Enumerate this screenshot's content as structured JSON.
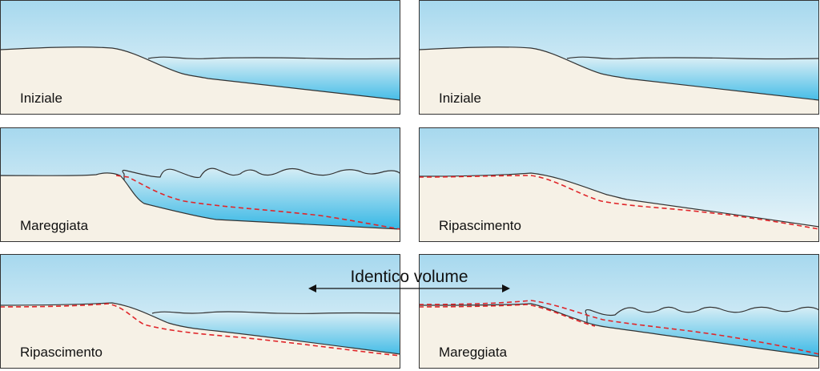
{
  "panels": [
    {
      "label": "Iniziale"
    },
    {
      "label": "Iniziale"
    },
    {
      "label": "Mareggiata"
    },
    {
      "label": "Ripascimento"
    },
    {
      "label": "Ripascimento"
    },
    {
      "label": "Mareggiata"
    }
  ],
  "annotation": {
    "text": "Identico volume"
  },
  "colors": {
    "sand": "#f6f1e6",
    "sky_top": "#a6d8ee",
    "sky_bottom": "#e3f2f8",
    "water_top": "#d6edf5",
    "water_bottom": "#14ace2",
    "old_profile": "#e0262a",
    "outline": "#333333"
  }
}
